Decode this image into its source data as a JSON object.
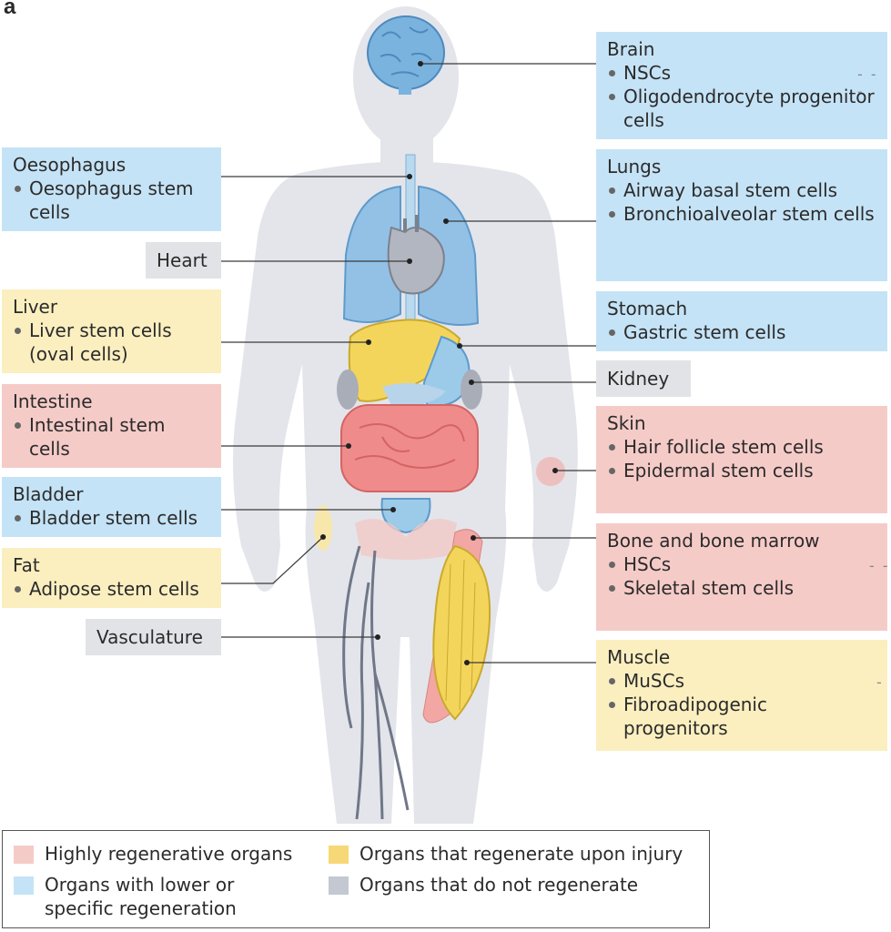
{
  "panel_label": "a",
  "colors": {
    "highly_regenerative": "#f5cbc8",
    "lower_or_specific": "#c5e3f6",
    "regenerate_upon_injury": "#fbefc0",
    "do_not_regenerate": "#c3c8d3",
    "body": "#e3e5ea"
  },
  "boxes": {
    "brain": {
      "title": "Brain",
      "items": [
        "NSCs",
        "Oligodendrocyte progenitor cells"
      ]
    },
    "oesophagus": {
      "title": "Oesophagus",
      "items": [
        "Oesophagus stem cells"
      ]
    },
    "heart": {
      "title": "Heart"
    },
    "lungs": {
      "title": "Lungs",
      "items": [
        "Airway basal stem cells",
        "Bronchioalveolar stem cells"
      ]
    },
    "liver": {
      "title": "Liver",
      "items": [
        "Liver stem cells (oval cells)"
      ]
    },
    "stomach": {
      "title": "Stomach",
      "items": [
        "Gastric stem cells"
      ]
    },
    "kidney": {
      "title": "Kidney"
    },
    "intestine": {
      "title": "Intestine",
      "items": [
        "Intestinal stem cells"
      ]
    },
    "skin": {
      "title": "Skin",
      "items": [
        "Hair follicle stem cells",
        "Epidermal stem cells"
      ]
    },
    "bladder": {
      "title": "Bladder",
      "items": [
        "Bladder stem cells"
      ]
    },
    "bone": {
      "title": "Bone and bone marrow",
      "items": [
        "HSCs",
        "Skeletal stem cells"
      ]
    },
    "fat": {
      "title": "Fat",
      "items": [
        "Adipose stem cells"
      ]
    },
    "vasculature": {
      "title": "Vasculature"
    },
    "muscle": {
      "title": "Muscle",
      "items": [
        "MuSCs",
        "Fibroadipogenic progenitors"
      ]
    }
  },
  "legend": {
    "highly": "Highly regenerative organs",
    "injury": "Organs that regenerate upon injury",
    "lower_line1": "Organs with lower or",
    "lower_line2": "specific regeneration",
    "none": "Organs that do not regenerate"
  }
}
